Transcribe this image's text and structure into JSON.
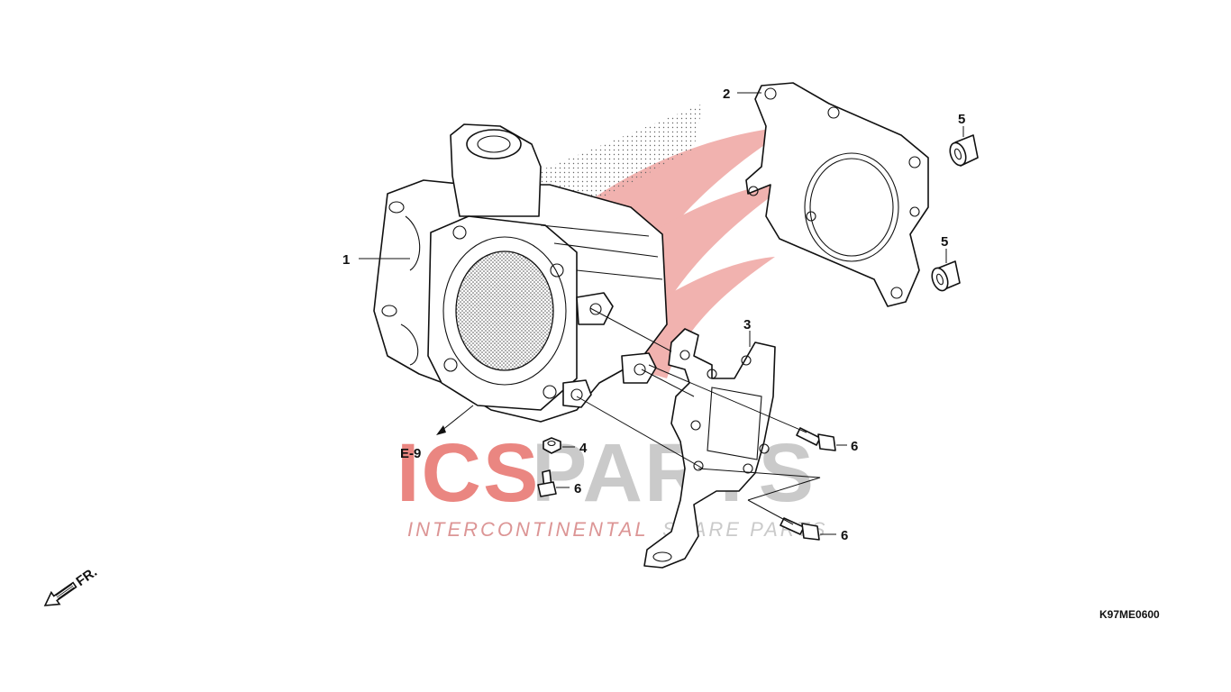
{
  "diagram": {
    "part_labels": [
      {
        "id": "1",
        "text": "1"
      },
      {
        "id": "2",
        "text": "2"
      },
      {
        "id": "3",
        "text": "3"
      },
      {
        "id": "4",
        "text": "4"
      },
      {
        "id": "5a",
        "text": "5"
      },
      {
        "id": "5b",
        "text": "5"
      },
      {
        "id": "6a",
        "text": "6"
      },
      {
        "id": "6b",
        "text": "6"
      },
      {
        "id": "6c",
        "text": "6"
      }
    ],
    "reference": "E-9",
    "direction_label": "FR.",
    "diagram_code": "K97ME0600"
  },
  "watermark": {
    "brand_left": "ICS",
    "brand_right": "PARTS",
    "tagline_left": "INTERCONTINENTAL",
    "tagline_right": "SPARE PARTS",
    "accent_color": "#d9241c",
    "gray_color": "#9a9a9a"
  }
}
